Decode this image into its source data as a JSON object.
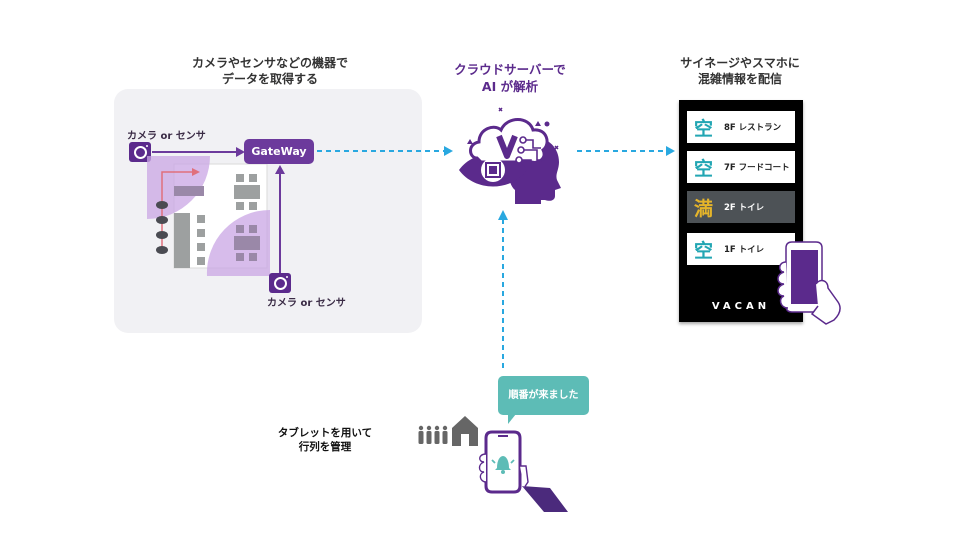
{
  "sections": {
    "collect": {
      "title_line1": "カメラやセンサなどの機器で",
      "title_line2": "データを取得する",
      "camera_label_top": "カメラ or センサ",
      "camera_label_bottom": "カメラ or センサ",
      "gateway_label": "GateWay"
    },
    "analyze": {
      "title_line1": "クラウドサーバーで",
      "title_line2": "AI が解析",
      "icon": "ai-brain-cloud-icon"
    },
    "deliver": {
      "title_line1": "サイネージやスマホに",
      "title_line2": "混雑情報を配信",
      "signage_rows": [
        {
          "status": "空",
          "label": "8F レストラン",
          "state": "vacant"
        },
        {
          "status": "空",
          "label": "7F フードコート",
          "state": "vacant"
        },
        {
          "status": "満",
          "label": "2F トイレ",
          "state": "full"
        },
        {
          "status": "空",
          "label": "1F トイレ",
          "state": "vacant"
        }
      ],
      "brand": "VACAN"
    },
    "queue": {
      "caption_line1": "タブレットを用いて",
      "caption_line2": "行列を管理",
      "notification": "順番が来ました"
    }
  },
  "colors": {
    "brand_purple": "#5b2a8c",
    "arrow_blue": "#29a8e0",
    "vacant_teal": "#22a6b3",
    "full_yellow": "#e5b42a",
    "bubble_teal": "#5dbcb6",
    "panel_bg": "#f1f1f4"
  }
}
